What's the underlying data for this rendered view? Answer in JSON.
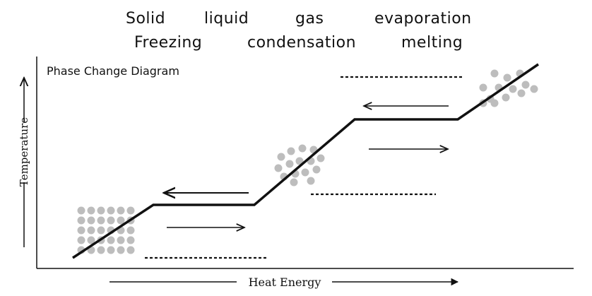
{
  "word_bank": {
    "row1": [
      "Solid",
      "liquid",
      "gas",
      "evaporation"
    ],
    "row2": [
      "Freezing",
      "condensation",
      "melting"
    ]
  },
  "diagram": {
    "title": "Phase Change Diagram",
    "y_axis_label": "Temperature",
    "x_axis_label": "Heat Energy"
  }
}
